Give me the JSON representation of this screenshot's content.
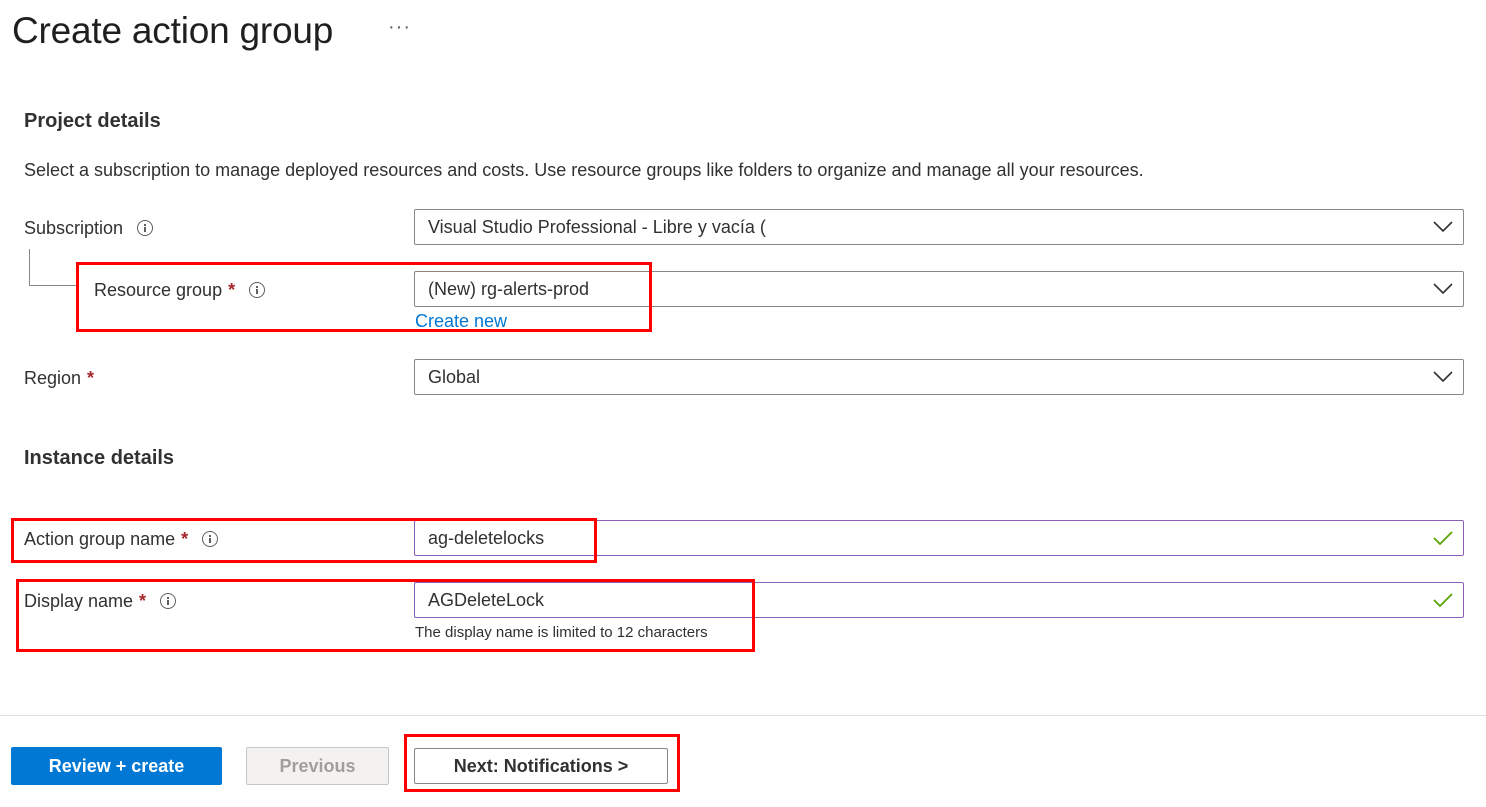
{
  "header": {
    "title": "Create action group",
    "more_label": "···"
  },
  "project": {
    "heading": "Project details",
    "description": "Select a subscription to manage deployed resources and costs. Use resource groups like folders to organize and manage all your resources."
  },
  "fields": {
    "subscription": {
      "label": "Subscription",
      "value": "Visual Studio Professional - Libre y vacía ("
    },
    "resource_group": {
      "label": "Resource group",
      "required": "*",
      "value": "(New) rg-alerts-prod",
      "create_new": "Create new"
    },
    "region": {
      "label": "Region",
      "required": "*",
      "value": "Global"
    }
  },
  "instance": {
    "heading": "Instance details",
    "action_group_name": {
      "label": "Action group name",
      "required": "*",
      "value": "ag-deletelocks"
    },
    "display_name": {
      "label": "Display name",
      "required": "*",
      "value": "AGDeleteLock",
      "hint": "The display name is limited to 12 characters"
    }
  },
  "footer": {
    "review_create": "Review + create",
    "previous": "Previous",
    "next": "Next: Notifications >"
  },
  "colors": {
    "accent": "#0078d4",
    "required": "#a4262c",
    "valid_check": "#57a300",
    "highlight": "#ff0000"
  }
}
